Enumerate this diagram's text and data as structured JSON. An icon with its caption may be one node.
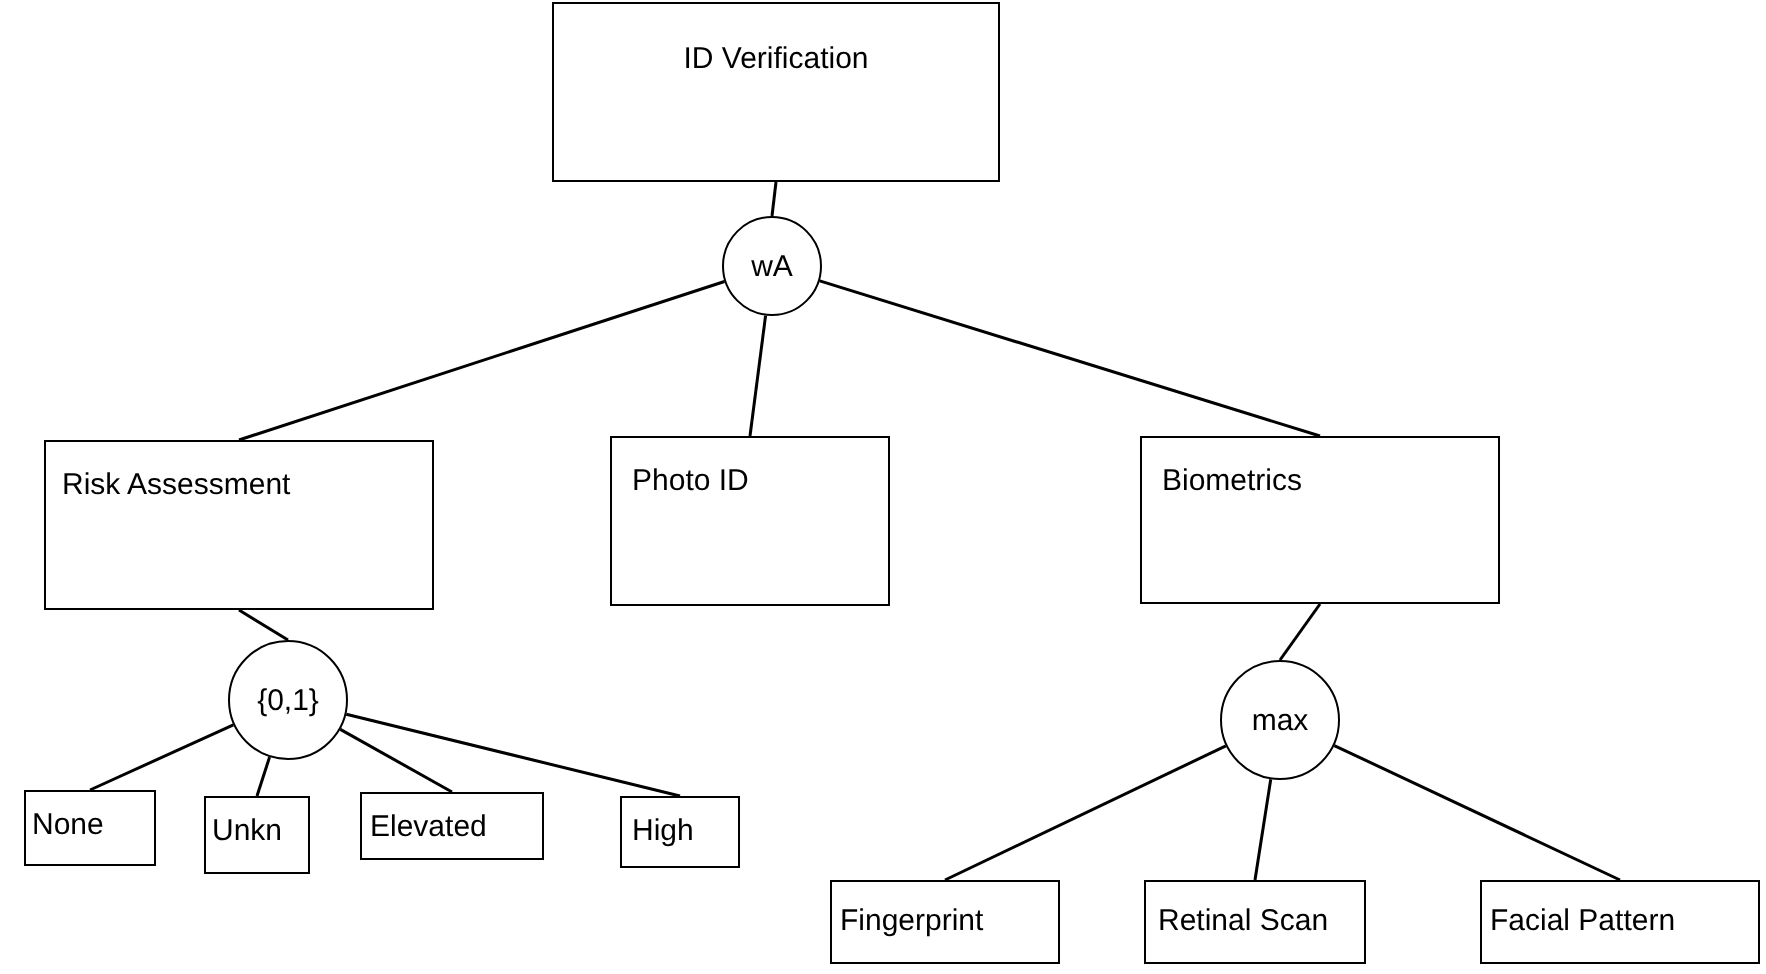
{
  "diagram": {
    "nodes": [
      {
        "text": [
          "ID Verification"
        ]
      },
      {
        "text": [
          "wA"
        ]
      },
      {
        "text": [
          "Risk Assessment"
        ]
      },
      {
        "text": [
          "Photo ID"
        ]
      },
      {
        "text": [
          "Biometrics"
        ]
      },
      {
        "text": [
          "{0,1}"
        ]
      },
      {
        "text": [
          "None"
        ]
      },
      {
        "text": [
          "Unkn"
        ]
      },
      {
        "text": [
          "Elevated"
        ]
      },
      {
        "text": [
          "High"
        ]
      },
      {
        "text": [
          "max"
        ]
      },
      {
        "text": [
          "Fingerprint"
        ]
      },
      {
        "text": [
          "Retinal Scan"
        ]
      },
      {
        "text": [
          "Facial Pattern"
        ]
      }
    ],
    "edges": [
      {
        "from": 0,
        "to": 1,
        "arrow": "none"
      },
      {
        "from": 1,
        "to": 2,
        "arrow": "none"
      },
      {
        "from": 1,
        "to": 3,
        "arrow": "none"
      },
      {
        "from": 1,
        "to": 4,
        "arrow": "none"
      },
      {
        "from": 2,
        "to": 5,
        "arrow": "none"
      },
      {
        "from": 5,
        "to": 6,
        "arrow": "none"
      },
      {
        "from": 5,
        "to": 7,
        "arrow": "none"
      },
      {
        "from": 5,
        "to": 8,
        "arrow": "none"
      },
      {
        "from": 5,
        "to": 9,
        "arrow": "none"
      },
      {
        "from": 4,
        "to": 10,
        "arrow": "none"
      },
      {
        "from": 10,
        "to": 11,
        "arrow": "none"
      },
      {
        "from": 10,
        "to": 12,
        "arrow": "none"
      },
      {
        "from": 10,
        "to": 13,
        "arrow": "none"
      }
    ]
  }
}
